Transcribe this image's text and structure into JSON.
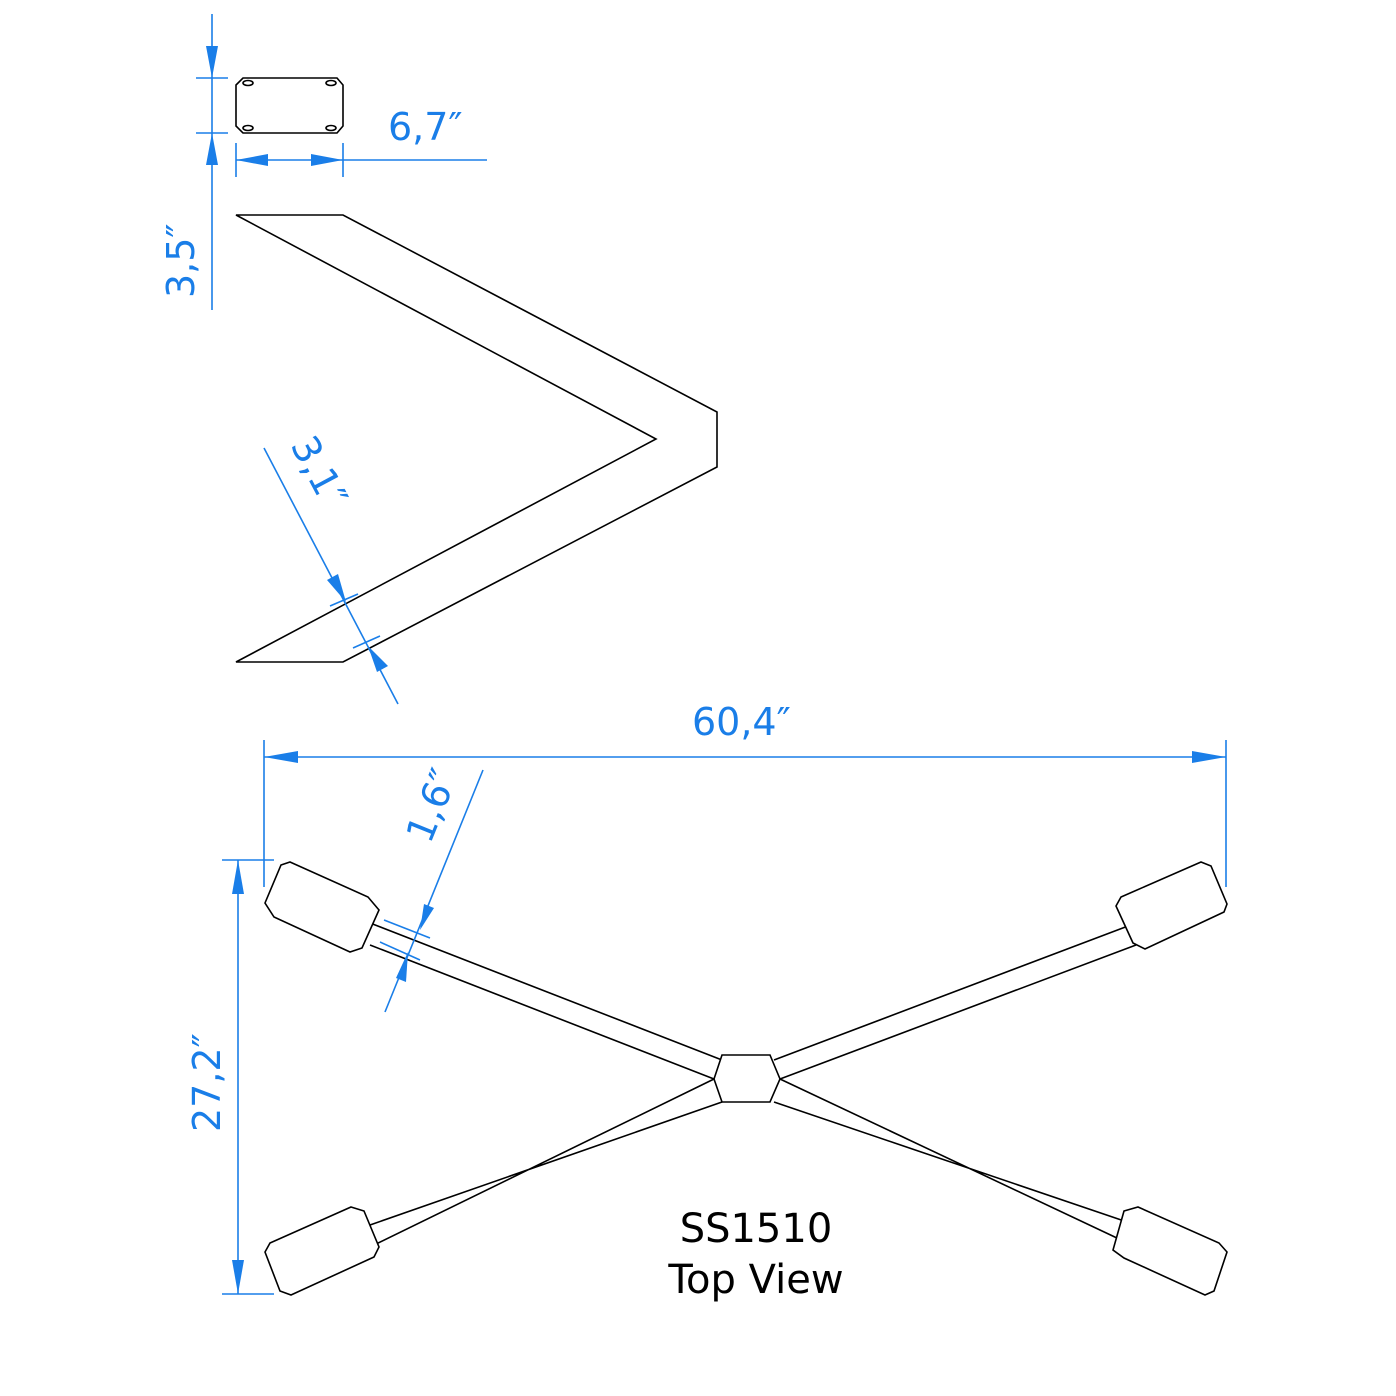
{
  "colors": {
    "dimension": "#1a7ee8",
    "outline": "#000000",
    "background": "#ffffff"
  },
  "dimensions": {
    "plate_height": "3,5″",
    "plate_width": "6,7″",
    "arm_depth": "3,1″",
    "overall_width": "60,4″",
    "arm_width": "1,6″",
    "overall_depth": "27,2″"
  },
  "caption": {
    "model": "SS1510",
    "view": "Top View"
  }
}
